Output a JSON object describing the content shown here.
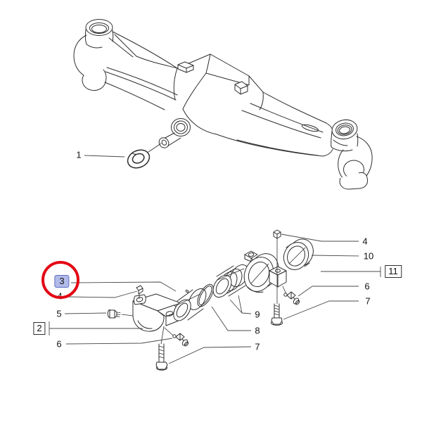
{
  "figure": {
    "kind": "exploded-parts-line-drawing",
    "colors": {
      "line": "#2e2e2e",
      "leader": "#4a4a4a",
      "background": "#ffffff",
      "highlight_fill": "#b2bae9",
      "highlight_border": "#5b6bc4",
      "highlight_ring": "#e30613",
      "label_text": "#111111"
    }
  },
  "callouts": {
    "n1": "1",
    "n2": "2",
    "n3": "3",
    "n4": "4",
    "n5": "5",
    "n6": "6",
    "n7": "7",
    "n8": "8",
    "n9": "9",
    "n10": "10",
    "n11": "11"
  },
  "highlight": {
    "selected_callout": "3"
  }
}
